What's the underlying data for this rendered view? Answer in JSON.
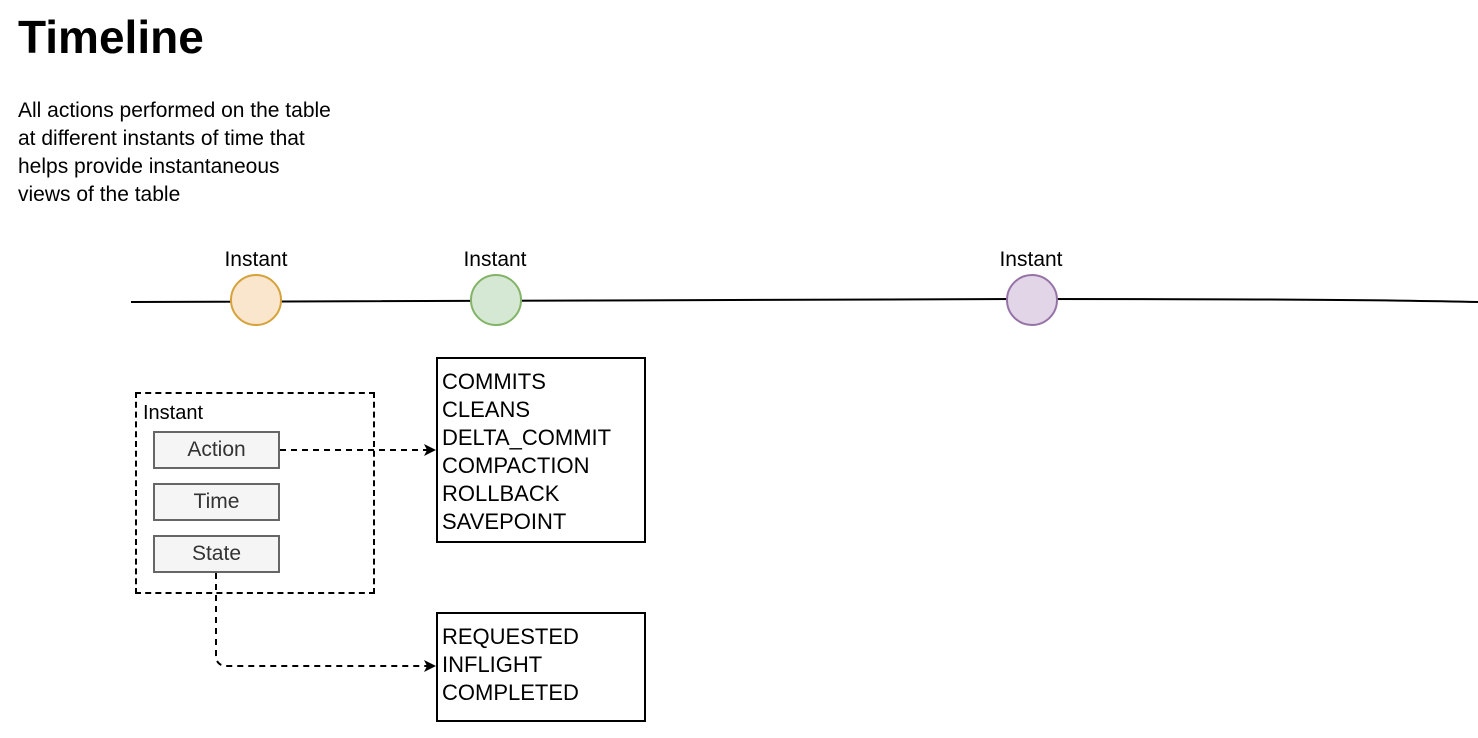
{
  "title": "Timeline",
  "description": [
    "All actions performed on the table",
    "at different instants of time that",
    "helps provide instantaneous",
    "views of the table"
  ],
  "timeline": {
    "instants": [
      {
        "label": "Instant",
        "fill": "#fae5cd",
        "stroke": "#d6a23a"
      },
      {
        "label": "Instant",
        "fill": "#d5e8d4",
        "stroke": "#82b366"
      },
      {
        "label": "Instant",
        "fill": "#e1d5e7",
        "stroke": "#9673a6"
      }
    ]
  },
  "instant_group": {
    "label": "Instant",
    "fields": [
      "Action",
      "Time",
      "State"
    ]
  },
  "actions_box": {
    "items": [
      "COMMITS",
      "CLEANS",
      "DELTA_COMMIT",
      "COMPACTION",
      "ROLLBACK",
      "SAVEPOINT"
    ]
  },
  "states_box": {
    "items": [
      "REQUESTED",
      "INFLIGHT",
      "COMPLETED"
    ]
  }
}
